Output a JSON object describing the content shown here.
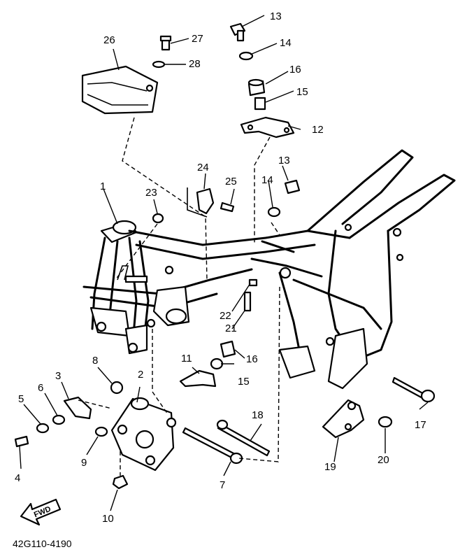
{
  "diagram": {
    "drawing_code": "42G110-4190",
    "fwd_label": "FWD",
    "callouts": {
      "c1": "1",
      "c2": "2",
      "c3": "3",
      "c4": "4",
      "c5": "5",
      "c6": "6",
      "c7": "7",
      "c8": "8",
      "c9": "9",
      "c10": "10",
      "c11": "11",
      "c12": "12",
      "c13a": "13",
      "c13b": "13",
      "c14a": "14",
      "c14b": "14",
      "c15a": "15",
      "c15b": "15",
      "c16a": "16",
      "c16b": "16",
      "c17": "17",
      "c18": "18",
      "c19": "19",
      "c20": "20",
      "c21": "21",
      "c22": "22",
      "c23": "23",
      "c24": "24",
      "c25": "25",
      "c26": "26",
      "c27": "27",
      "c28": "28"
    }
  }
}
